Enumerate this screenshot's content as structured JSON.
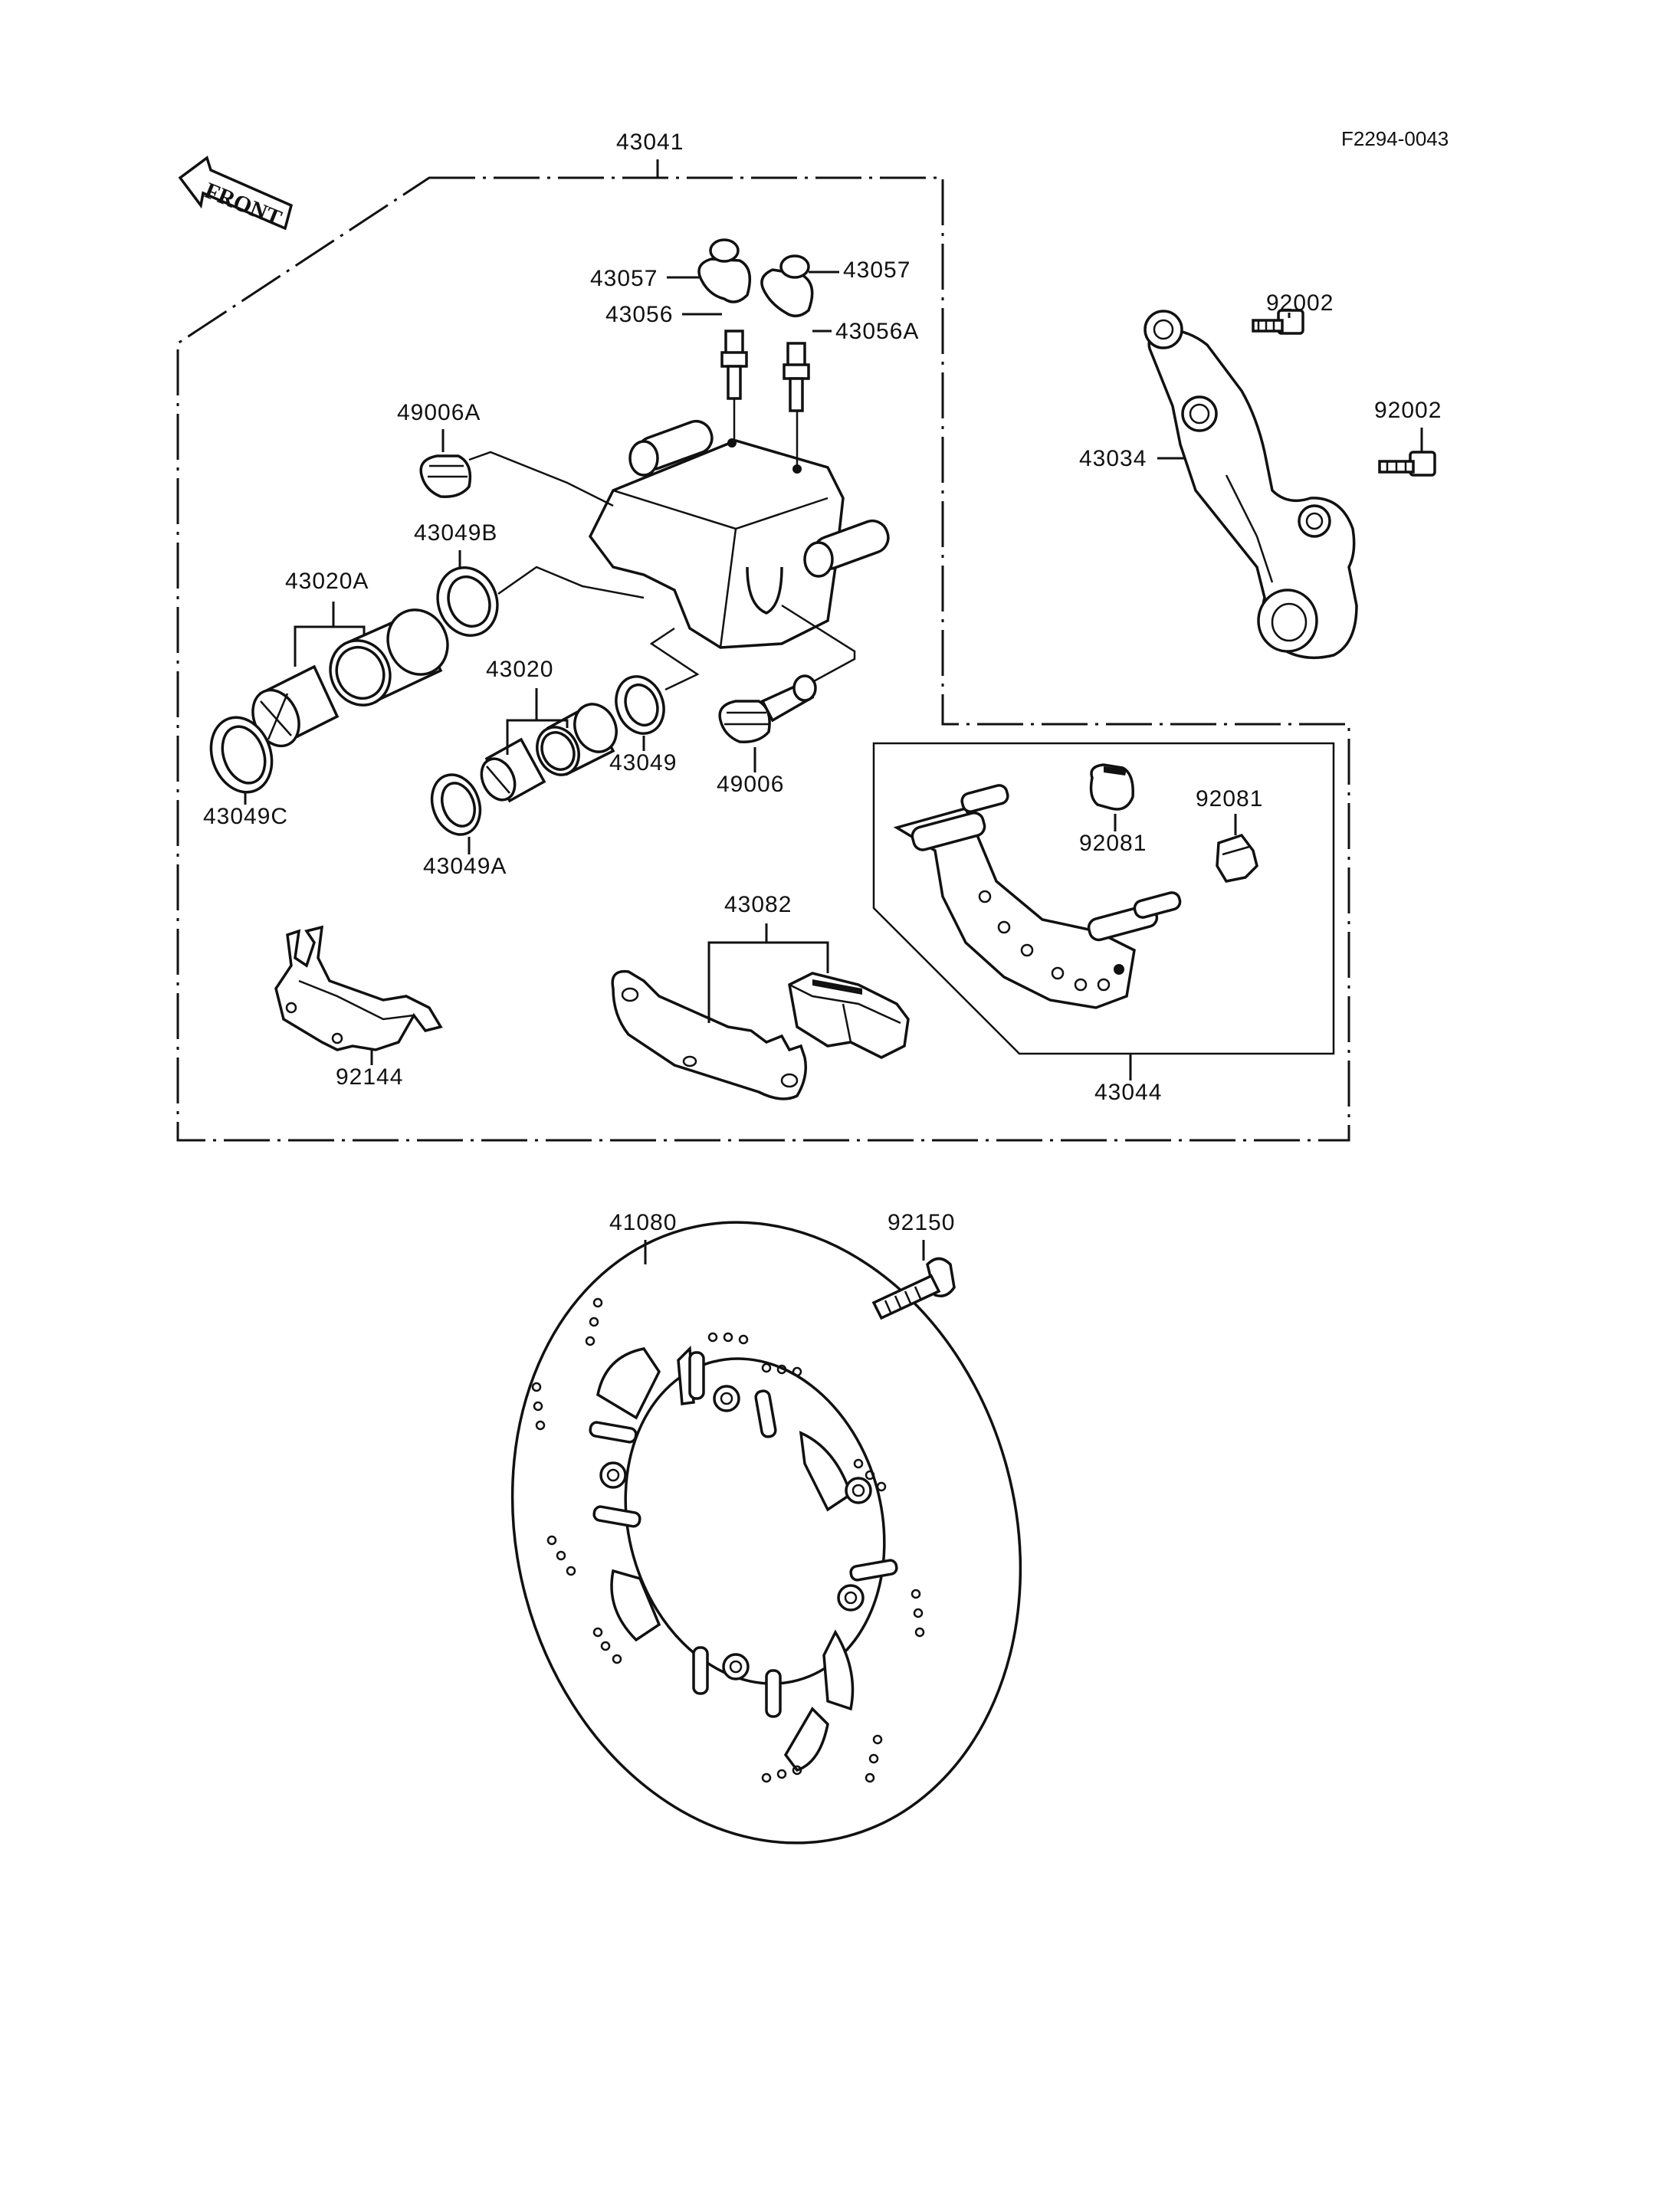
{
  "reference_code": "F2294-0043",
  "direction_label": "FRONT",
  "labels": {
    "p43041": "43041",
    "p43057_left": "43057",
    "p43057_right": "43057",
    "p43056": "43056",
    "p43056A": "43056A",
    "p49006A": "49006A",
    "p43049B": "43049B",
    "p43020A": "43020A",
    "p43020": "43020",
    "p43049": "43049",
    "p49006": "49006",
    "p43049C": "43049C",
    "p43049A": "43049A",
    "p92002_top": "92002",
    "p92002_bottom": "92002",
    "p43034": "43034",
    "p92081_left": "92081",
    "p92081_right": "92081",
    "p43044": "43044",
    "p43082": "43082",
    "p92144": "92144",
    "p41080": "41080",
    "p92150": "92150"
  }
}
